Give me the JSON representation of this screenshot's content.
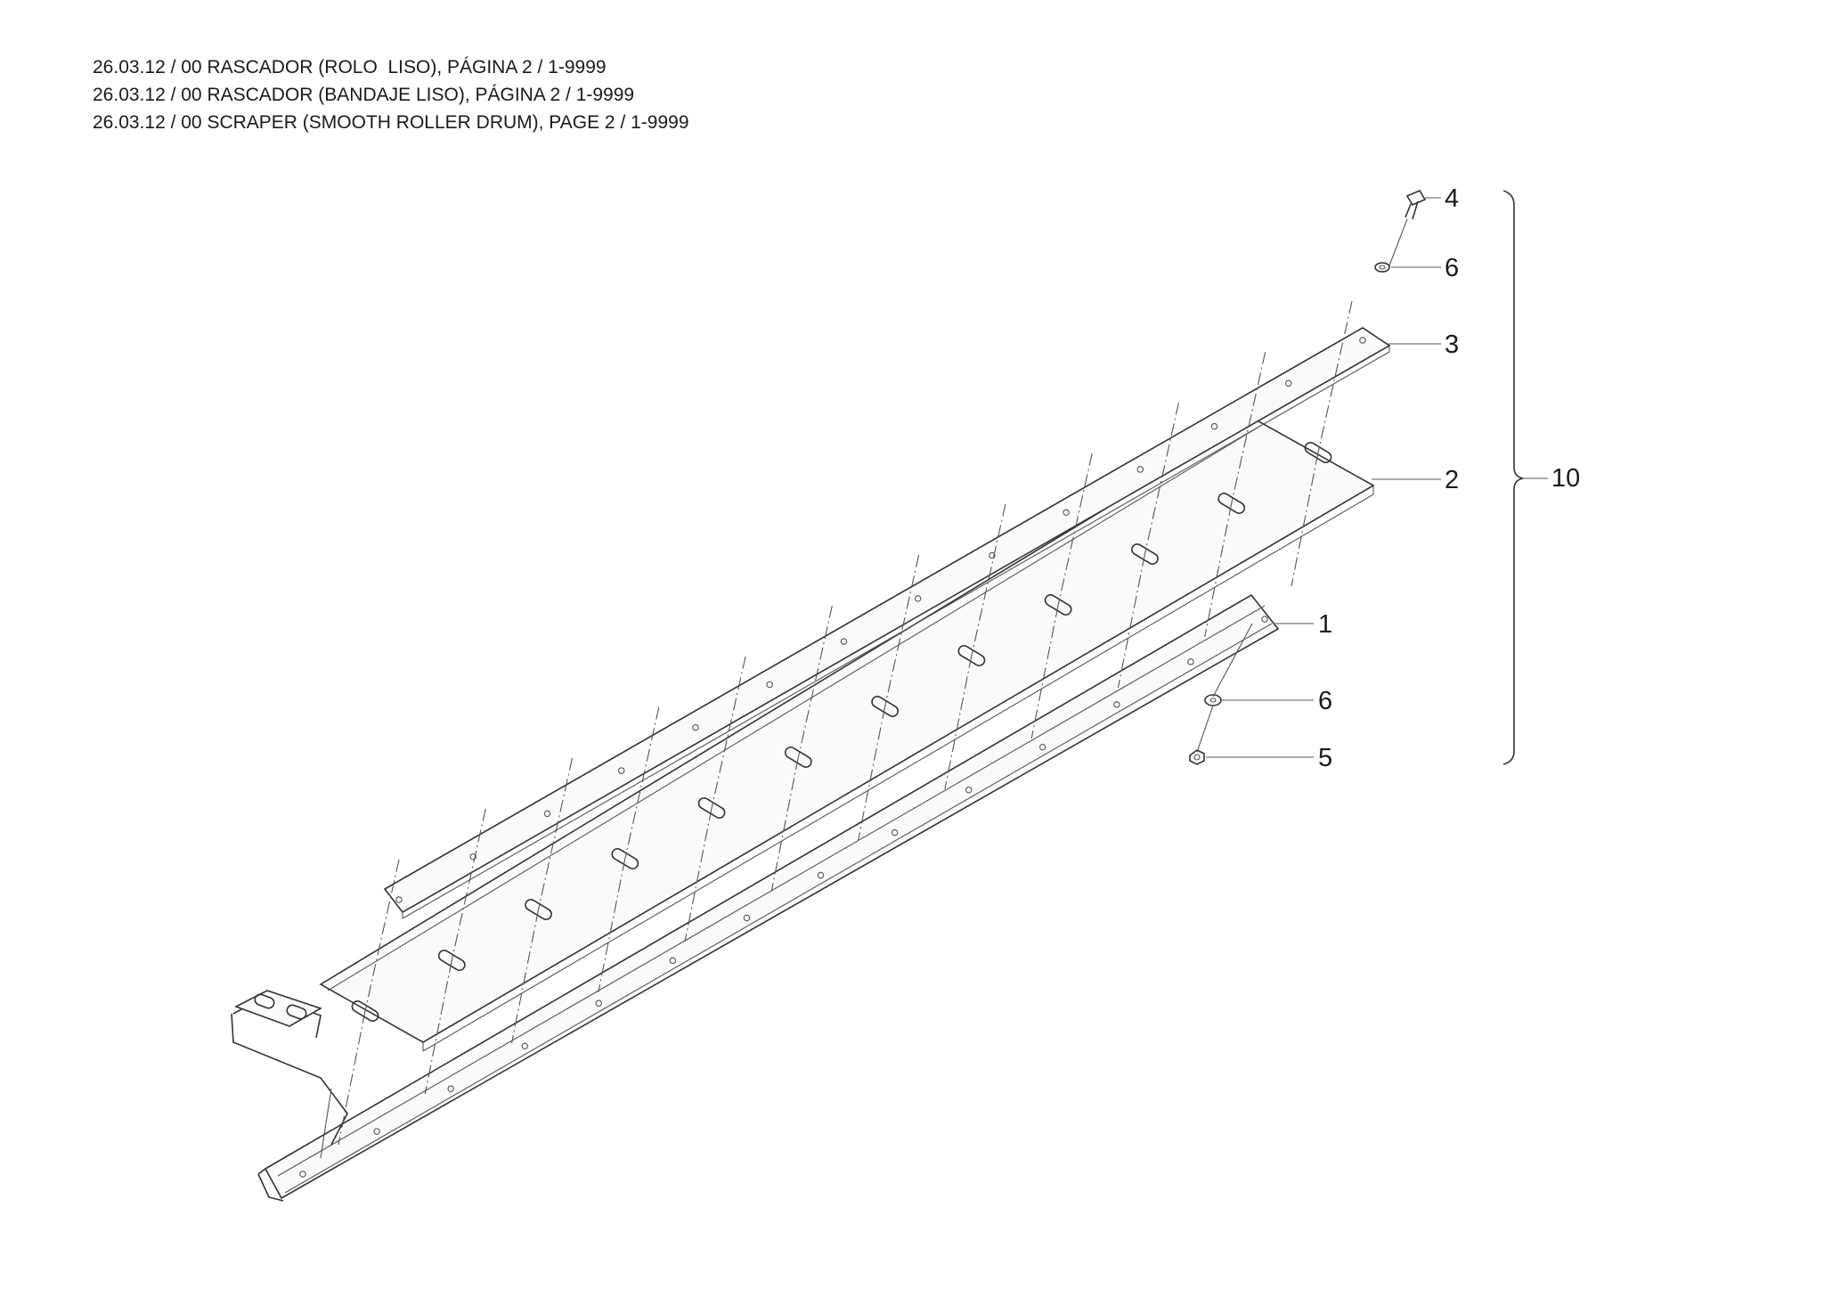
{
  "header": {
    "line1": "26.03.12 / 00 RASCADOR (ROLO  LISO), PÁGINA 2 / 1-9999",
    "line2": "26.03.12 / 00 RASCADOR (BANDAJE LISO), PÁGINA 2 / 1-9999",
    "line3": "26.03.12 / 00 SCRAPER (SMOOTH ROLLER DRUM), PAGE 2 / 1-9999"
  },
  "callouts": {
    "c4": "4",
    "c6a": "6",
    "c3": "3",
    "c2": "2",
    "c10": "10",
    "c1": "1",
    "c6b": "6",
    "c5": "5"
  }
}
